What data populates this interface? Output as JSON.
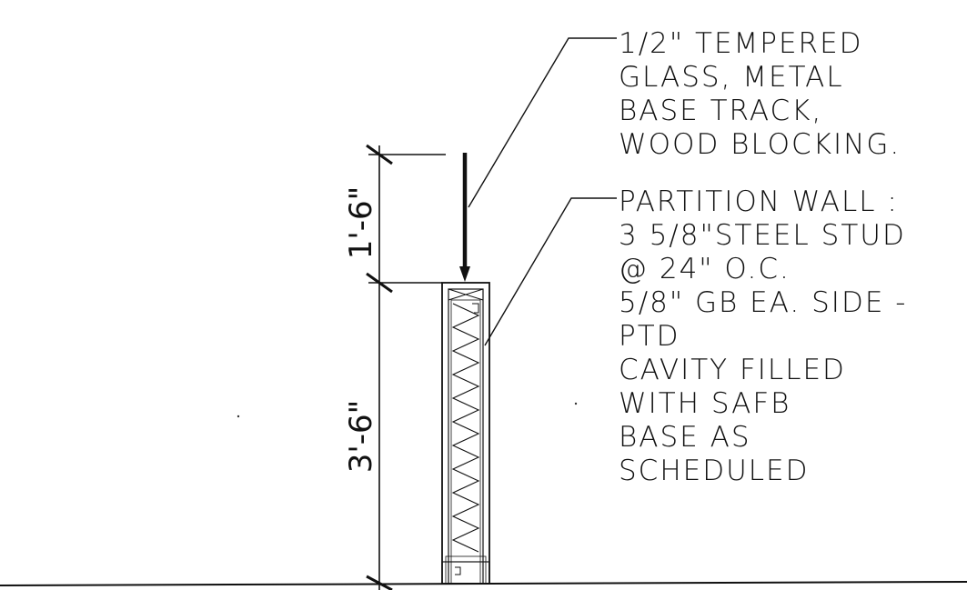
{
  "notes": {
    "glass": {
      "lines": [
        "1/2\" TEMPERED",
        "GLASS, METAL",
        "BASE TRACK,",
        "WOOD BLOCKING."
      ]
    },
    "partition": {
      "lines": [
        "PARTITION WALL :",
        "3 5/8\"STEEL STUD",
        "@ 24\" O.C.",
        "5/8\" GB EA. SIDE -",
        "PTD",
        "CAVITY FILLED",
        "WITH SAFB",
        "BASE AS",
        "SCHEDULED"
      ]
    }
  },
  "dimensions": {
    "upper": "1'-6\"",
    "lower": "3'-6\""
  },
  "colors": {
    "ink": "#111111"
  }
}
